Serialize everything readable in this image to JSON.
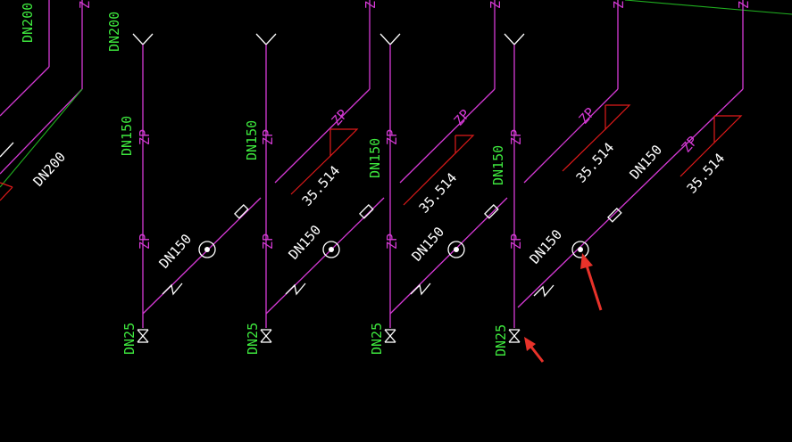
{
  "labels": {
    "dn200": "DN200",
    "dn150": "DN150",
    "zp": "ZP",
    "dn25": "DN25",
    "elev": "35.514"
  },
  "colors": {
    "pipe": "#d63ad6",
    "text_green": "#3ee83e",
    "annotation_red": "#e01a1a",
    "white": "#ffffff",
    "background": "#000000"
  },
  "riser_count": 4
}
